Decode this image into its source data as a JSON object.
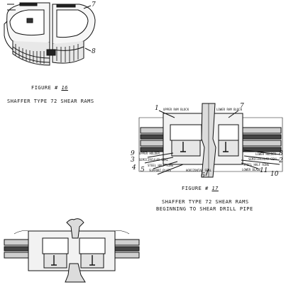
{
  "fig16": {
    "caption_prefix": "FIGURE #",
    "number": "16",
    "title": "SHAFFER TYPE 72 SHEAR RAMS",
    "callouts": [
      "7",
      "8"
    ]
  },
  "fig17": {
    "caption_prefix": "FIGURE #",
    "number": "17",
    "title_line1": "SHAFFER TYPE 72 SHEAR RAMS",
    "title_line2": "BEGINNING TO SHEAR DRILL PIPE",
    "labels": {
      "upper_ram_block": "UPPER RAM BLOCK",
      "lower_ram_block": "LOWER RAM BLOCK",
      "upper_holder": "UPPER HOLDER",
      "semicircular_seal_l": "SEMICIRCULAR SEAL",
      "steel_half_ring_l": "STEEL HALF RING",
      "support_plate": "SUPPORT PLATE",
      "horizontal_seal": "HORIZONTAL SEAL",
      "lower_holder": "LOWER HOLDER",
      "semicircular_seal_r": "SEMICIRCULAR SEAL",
      "steel_half_ring_r": "STEEL HALF RING",
      "lower_blade": "LOWER BLADE"
    },
    "callouts": {
      "n1": "1",
      "n7": "7",
      "n9": "9",
      "n3": "3",
      "n4": "4",
      "n5": "5",
      "n6": "6",
      "n8": "8",
      "n2": "2",
      "n11": "11",
      "n10": "10"
    }
  }
}
